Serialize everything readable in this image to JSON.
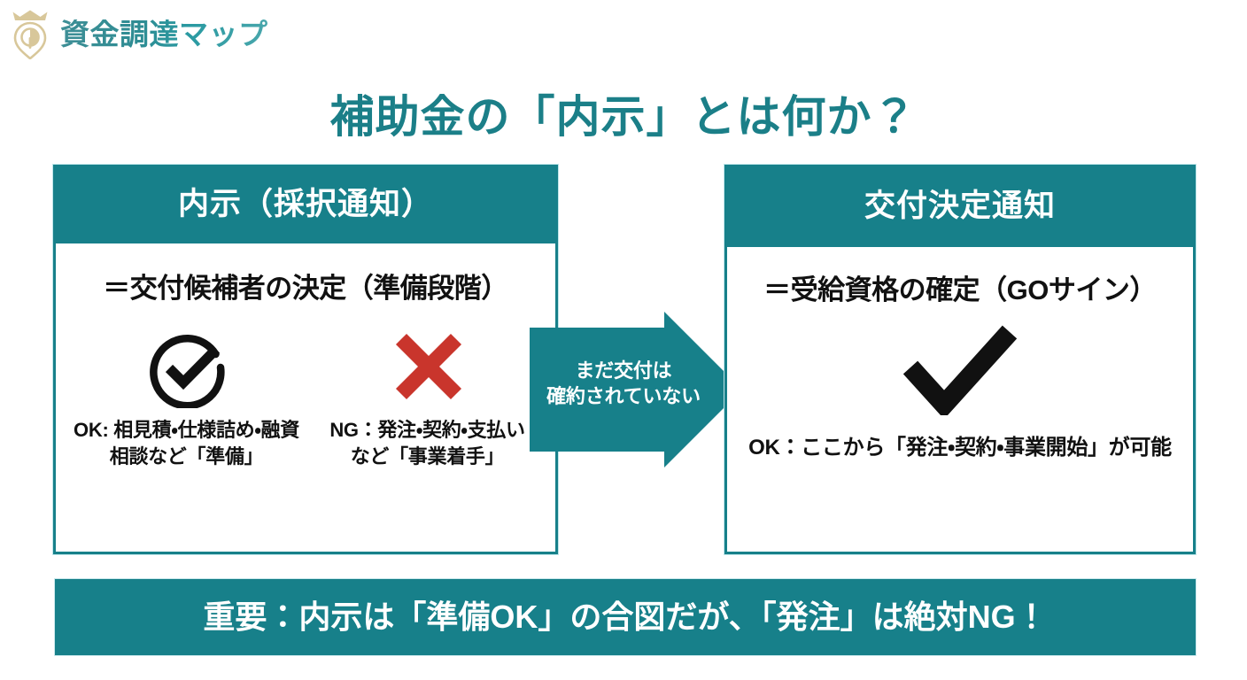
{
  "brand": {
    "name": "資金調達マップ",
    "logo_icon": "crown-map-pin-icon",
    "logo_color": "#d8c79a",
    "text_color": "#2d8d94"
  },
  "page_title": "補助金の「内示」とは何か？",
  "theme": {
    "teal": "#17808a",
    "teal_light_edge": "#bfe6ea",
    "red": "#c9352c",
    "black": "#111111",
    "white": "#ffffff"
  },
  "cards": {
    "left": {
      "header": "内示（採択通知）",
      "lead": "＝交付候補者の決定（準備段階）",
      "columns": [
        {
          "icon": "circle-check-icon",
          "icon_color": "#111111",
          "caption": "OK: 相見積・仕様詰め・融資相談など「準備」"
        },
        {
          "icon": "cross-x-icon",
          "icon_color": "#c9352c",
          "caption": "NG：発注・契約・支払いなど「事業着手」"
        }
      ]
    },
    "right": {
      "header": "交付決定通知",
      "lead": "＝受給資格の確定（GOサイン）",
      "icon": "checkmark-icon",
      "icon_color": "#111111",
      "caption": "OK：ここから「発注・契約・事業開始」が可能"
    }
  },
  "arrow": {
    "icon": "right-arrow-icon",
    "color": "#17808a",
    "label_line1": "まだ交付は",
    "label_line2": "確約されていない"
  },
  "footer": {
    "text": "重要：内示は「準備OK」の合図だが、「発注」は絶対NG！"
  }
}
